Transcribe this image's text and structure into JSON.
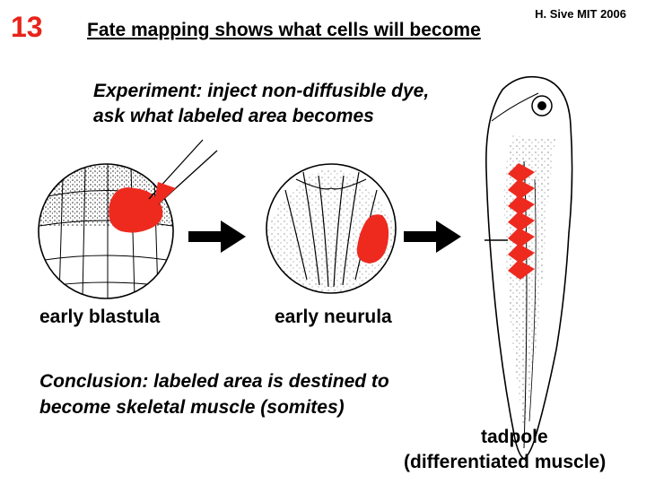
{
  "slide": {
    "number": "13",
    "credit": "H. Sive MIT 2006",
    "title": "Fate mapping shows what cells will become"
  },
  "experiment": {
    "line1": "Experiment: inject non-diffusible dye,",
    "line2": "ask what labeled area becomes"
  },
  "stages": {
    "blastula": "early blastula",
    "neurula": "early neurula",
    "tadpole": "tadpole",
    "tadpole_note": "(differentiated muscle)"
  },
  "conclusion": {
    "line1": "Conclusion: labeled area is destined to",
    "line2": "become skeletal muscle (somites)"
  },
  "colors": {
    "accent": "#e8231a",
    "dye": "#ee2a1f",
    "ink": "#000000"
  }
}
